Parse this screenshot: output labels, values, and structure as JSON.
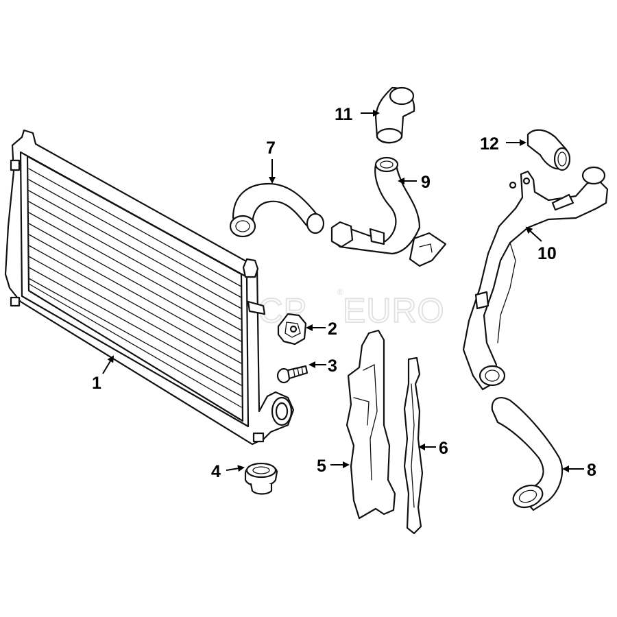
{
  "watermark": {
    "brand": "FCP",
    "suffix": "EURO",
    "registered": "®"
  },
  "callouts": [
    {
      "id": "1",
      "label": "1"
    },
    {
      "id": "2",
      "label": "2"
    },
    {
      "id": "3",
      "label": "3"
    },
    {
      "id": "4",
      "label": "4"
    },
    {
      "id": "5",
      "label": "5"
    },
    {
      "id": "6",
      "label": "6"
    },
    {
      "id": "7",
      "label": "7"
    },
    {
      "id": "8",
      "label": "8"
    },
    {
      "id": "9",
      "label": "9"
    },
    {
      "id": "10",
      "label": "10"
    },
    {
      "id": "11",
      "label": "11"
    },
    {
      "id": "12",
      "label": "12"
    }
  ]
}
